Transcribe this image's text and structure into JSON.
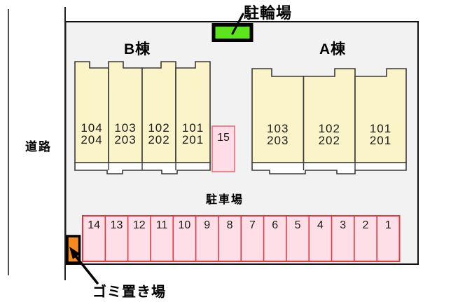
{
  "diagram_title": "apartment site plan",
  "labels": {
    "bicycle_parking": "駐輪場",
    "road": "道路",
    "garbage_area": "ゴミ置き場"
  },
  "buildings": {
    "b": {
      "name": "B棟",
      "units": [
        {
          "lines": [
            "104",
            "204"
          ]
        },
        {
          "lines": [
            "103",
            "203"
          ]
        },
        {
          "lines": [
            "102",
            "202"
          ]
        },
        {
          "lines": [
            "101",
            "201"
          ]
        }
      ]
    },
    "a": {
      "name": "A棟",
      "units": [
        {
          "lines": [
            "103",
            "203"
          ]
        },
        {
          "lines": [
            "102",
            "202"
          ]
        },
        {
          "lines": [
            "101",
            "201"
          ]
        }
      ]
    }
  },
  "middle_space": {
    "label": "15"
  },
  "parking": {
    "label": "駐車場",
    "spaces": [
      "14",
      "13",
      "12",
      "11",
      "10",
      "9",
      "8",
      "7",
      "6",
      "5",
      "4",
      "3",
      "2",
      "1"
    ]
  },
  "colors": {
    "site_fill": "#f2f2f2",
    "site_border": "#111111",
    "unit_fill": "#fbf4c9",
    "unit_border": "#3a3a3a",
    "strip_fill": "#ffffff",
    "parking_fill": "#ffdfe7",
    "parking_border": "#e23842",
    "space15_fill": "#ffdde6",
    "space15_border": "#e4717e",
    "green_box_fill": "#5ce41c",
    "orange_box_fill": "#f68a1e",
    "box_outline": "#000000",
    "line_color": "#222222"
  }
}
